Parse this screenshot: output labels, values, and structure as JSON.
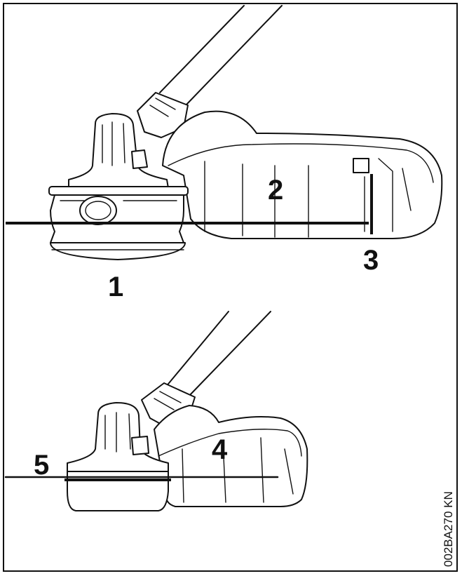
{
  "callouts": {
    "c1": "1",
    "c2": "2",
    "c3": "3",
    "c4": "4",
    "c5": "5"
  },
  "figure_code": "002BA270 KN"
}
